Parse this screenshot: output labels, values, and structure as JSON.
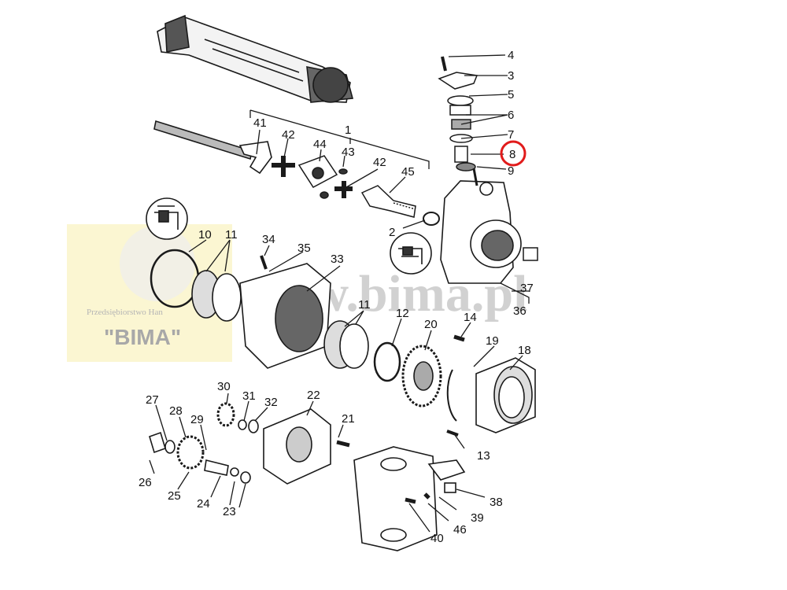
{
  "diagram": {
    "highlighted_part": "8",
    "highlight_color": "#e11b1b",
    "line_color": "#1a1a1a",
    "parts": {
      "p1": "1",
      "p2": "2",
      "p3": "3",
      "p4": "4",
      "p5": "5",
      "p6": "6",
      "p7": "7",
      "p8": "8",
      "p9": "9",
      "p10": "10",
      "p11a": "11",
      "p11b": "11",
      "p12": "12",
      "p13": "13",
      "p14": "14",
      "p18": "18",
      "p19": "19",
      "p20": "20",
      "p21": "21",
      "p22": "22",
      "p23": "23",
      "p24": "24",
      "p25": "25",
      "p26": "26",
      "p27": "27",
      "p28": "28",
      "p29": "29",
      "p30": "30",
      "p31": "31",
      "p32": "32",
      "p33": "33",
      "p34": "34",
      "p35": "35",
      "p36": "36",
      "p37": "37",
      "p38": "38",
      "p39": "39",
      "p40": "40",
      "p41": "41",
      "p42a": "42",
      "p42b": "42",
      "p43": "43",
      "p44": "44",
      "p45": "45",
      "p46": "46"
    }
  },
  "watermark": {
    "url": "www.bima.pl",
    "company_line": "Przedsiębiorstwo Han",
    "brand": "\"BIMA\"",
    "url_color": "#c9c9c9",
    "box_color": "#fbf6d2",
    "brand_color": "#a8a8a8"
  }
}
